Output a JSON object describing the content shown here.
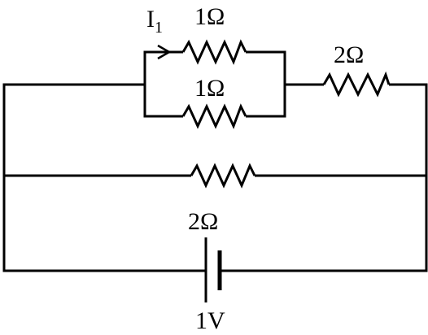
{
  "diagram": {
    "current_label": "I",
    "current_subscript": "1",
    "resistors": {
      "parallel_top": "1Ω",
      "parallel_bottom": "1Ω",
      "series_right": "2Ω",
      "middle_branch_label": "2Ω"
    },
    "battery": {
      "emf": "1V"
    }
  }
}
